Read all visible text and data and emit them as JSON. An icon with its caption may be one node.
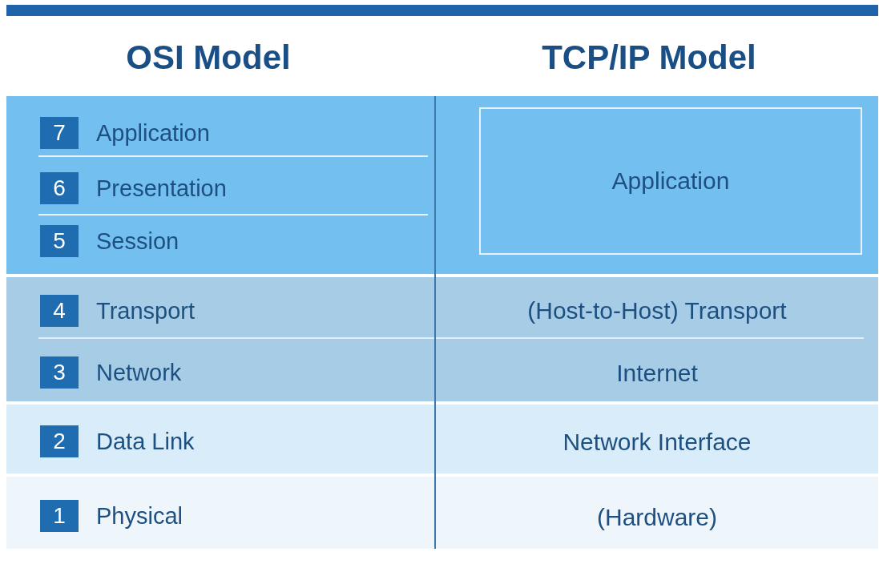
{
  "diagram": {
    "nodes": [
      {
        "text": [],
        "shape": "bar"
      },
      {
        "text": [
          "7",
          "Application"
        ]
      },
      {
        "text": [
          "6",
          "Presentation"
        ]
      },
      {
        "text": [
          "5",
          "Session"
        ]
      },
      {
        "text": [
          "4",
          "Transport"
        ]
      },
      {
        "text": [
          "3",
          "Network"
        ]
      },
      {
        "text": [
          "2",
          "Data Link"
        ]
      },
      {
        "text": [
          "1",
          "Physical"
        ]
      },
      {
        "text": [
          "Application"
        ]
      },
      {
        "text": [
          "(Host-to-Host) Transport"
        ]
      },
      {
        "text": [
          "Internet"
        ]
      },
      {
        "text": [
          "Network Interface"
        ]
      },
      {
        "text": [
          "(Hardware)"
        ]
      }
    ],
    "edges": [],
    "labels": [
      "OSI Model",
      "TCP/IP Model"
    ]
  }
}
